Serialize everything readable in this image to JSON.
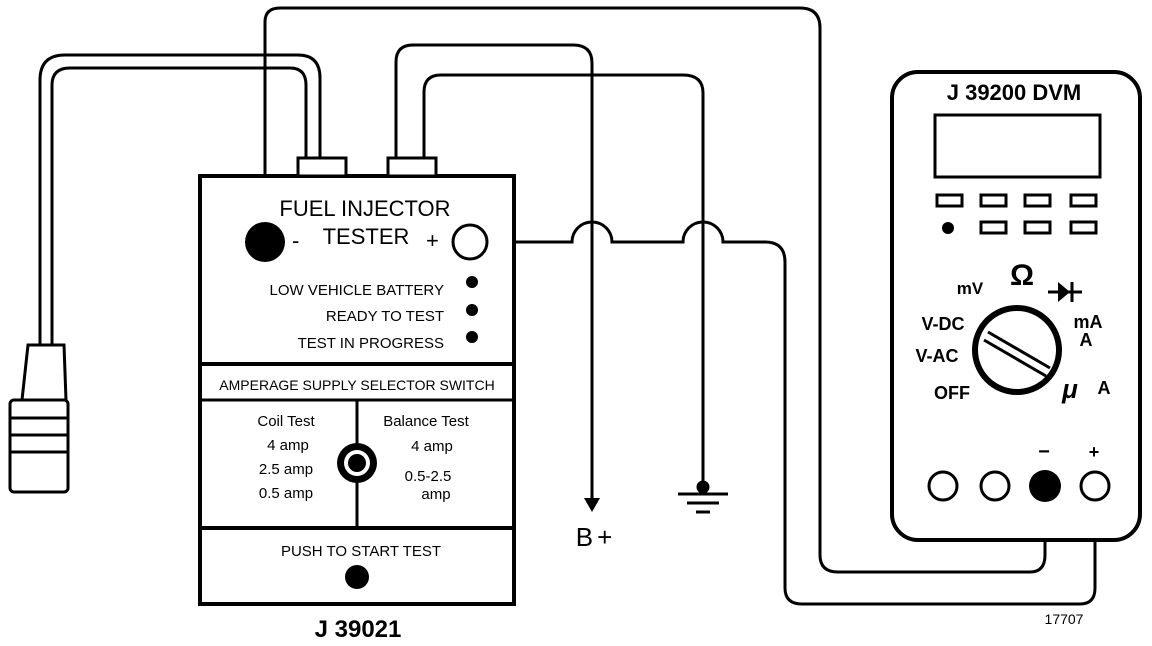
{
  "tester": {
    "title_line1": "FUEL INJECTOR",
    "title_line2": "TESTER",
    "minus": "-",
    "plus": "+",
    "leds": [
      "LOW VEHICLE BATTERY",
      "READY TO TEST",
      "TEST IN PROGRESS"
    ],
    "selector_title": "AMPERAGE SUPPLY SELECTOR SWITCH",
    "coil_test": {
      "title": "Coil Test",
      "values": [
        "4 amp",
        "2.5 amp",
        "0.5 amp"
      ]
    },
    "balance_test": {
      "title": "Balance Test",
      "values": [
        "4 amp",
        "0.5-2.5",
        "amp"
      ]
    },
    "push_label": "PUSH TO START TEST",
    "model": "J 39021"
  },
  "dvm": {
    "title": "J 39200 DVM",
    "dial_labels": {
      "mv": "mV",
      "ohm": "Ω",
      "diode": "diode-symbol",
      "vdc": "V-DC",
      "vac": "V-AC",
      "off": "OFF",
      "ma": "mA",
      "a": "A",
      "ua_mu": "μ",
      "ua_a": "A"
    },
    "jack_minus": "−",
    "jack_plus": "+"
  },
  "wiring": {
    "b_plus": "B+",
    "ground": "ground-icon"
  },
  "figure_number": "17707"
}
